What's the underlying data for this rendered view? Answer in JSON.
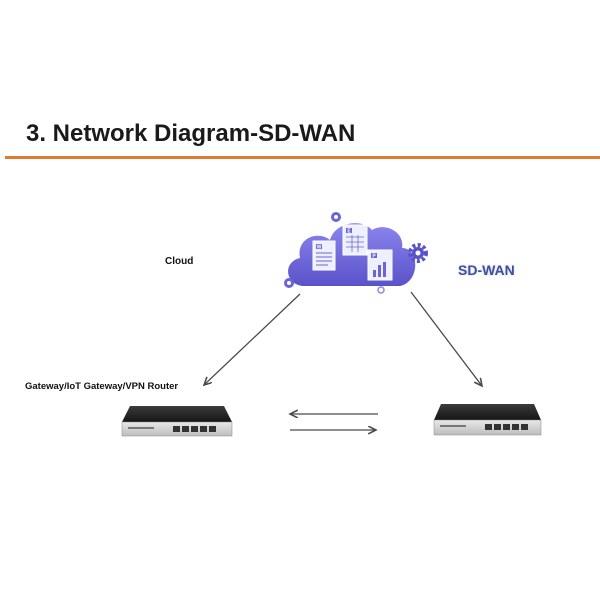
{
  "header": {
    "title": "3. Network Diagram-SD-WAN"
  },
  "labels": {
    "cloud": "Cloud",
    "sdwan": "SD-WAN",
    "gateway": "Gateway/IoT Gateway/VPN Router"
  },
  "cloud_icons": {
    "doc1": "W",
    "doc2": "E",
    "doc3": "P"
  },
  "colors": {
    "accent_rule": "#e07a2c",
    "cloud_fill": "#6a63d9",
    "sdwan_text": "#3f4f9e",
    "arrows": "#4a4a4a"
  }
}
